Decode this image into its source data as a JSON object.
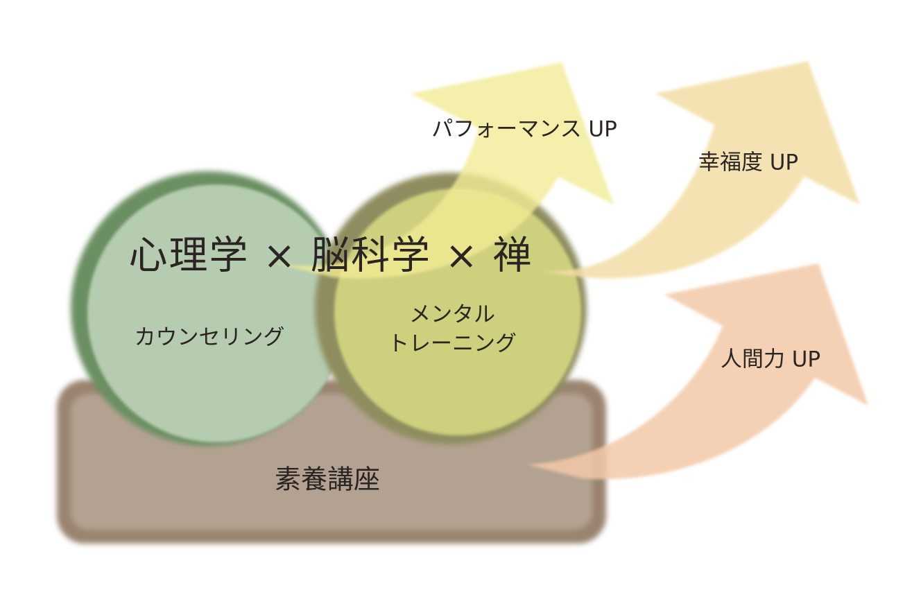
{
  "title": "心理学 × 脳科学 × 禅",
  "circles": {
    "left": {
      "label": "カウンセリング",
      "color": "#b5ccb0",
      "border": "#6a8f62"
    },
    "right": {
      "label_line1": "メンタル",
      "label_line2": "トレーニング",
      "color": "#d2d480",
      "border": "#8f8d5e"
    }
  },
  "base": {
    "label": "素養講座",
    "color": "#b3a292",
    "border": "#9a8470"
  },
  "arrows": [
    {
      "label": "パフォーマンス UP",
      "color": "#f5f0a6"
    },
    {
      "label": "幸福度 UP",
      "color": "#f4e2ae"
    },
    {
      "label": "人間力 UP",
      "color": "#f4ccae"
    }
  ]
}
